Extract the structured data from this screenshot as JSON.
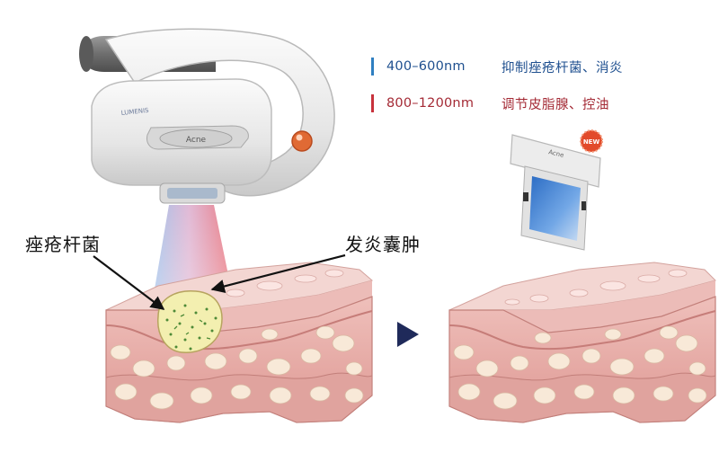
{
  "device": {
    "mode_label": "Acne",
    "brand_mark": "LUMENIS",
    "filter_label": "Acne",
    "badge": "NEW"
  },
  "legend": [
    {
      "range": "400–600nm",
      "effect": "抑制痤疮杆菌、消炎",
      "color": "#2f7fc1",
      "text_color": "#1e4f8f"
    },
    {
      "range": "800–1200nm",
      "effect": "调节皮脂腺、控油",
      "color": "#c8323c",
      "text_color": "#a42a35"
    }
  ],
  "callouts": {
    "bacteria": "痤疮杆菌",
    "cyst": "发炎囊肿"
  },
  "colors": {
    "arrow": "#1f2a5a",
    "skin_surface": "#f2d2cf",
    "dermis": "#e7a8a4",
    "fat_cells": "#f7e6d3",
    "cyst": "#f2efb1"
  }
}
